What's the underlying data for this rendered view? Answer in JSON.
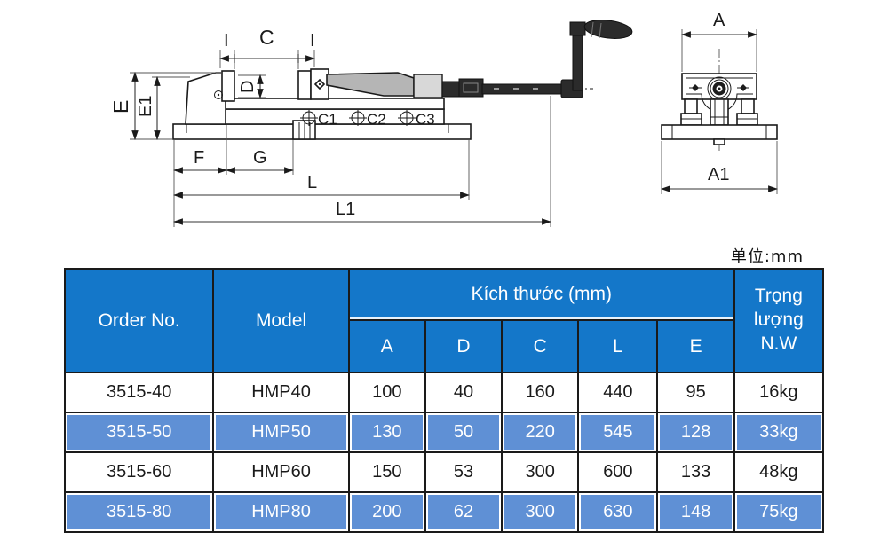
{
  "unit_note": "单位:mm",
  "diagram": {
    "labels": {
      "i_left": "I",
      "c": "C",
      "i_right": "I",
      "d": "D",
      "e": "E",
      "e1": "E1",
      "f": "F",
      "g": "G",
      "l": "L",
      "l1": "L1",
      "c1": "C1",
      "c2": "C2",
      "c3": "C3",
      "a": "A",
      "a1": "A1"
    }
  },
  "table": {
    "colors": {
      "header_bg": "#1477C9",
      "alt_row_bg": "#5F90D5",
      "border": "#1a1a1a",
      "header_text": "#ffffff"
    },
    "header": {
      "order_no": "Order No.",
      "model": "Model",
      "dims_group": "Kích thước (mm)",
      "dims": [
        "A",
        "D",
        "C",
        "L",
        "E"
      ],
      "weight_lines": [
        "Trọng",
        "lượng",
        "N.W"
      ]
    },
    "rows": [
      {
        "order_no": "3515-40",
        "model": "HMP40",
        "a": "100",
        "d": "40",
        "c": "160",
        "l": "440",
        "e": "95",
        "nw": "16kg"
      },
      {
        "order_no": "3515-50",
        "model": "HMP50",
        "a": "130",
        "d": "50",
        "c": "220",
        "l": "545",
        "e": "128",
        "nw": "33kg"
      },
      {
        "order_no": "3515-60",
        "model": "HMP60",
        "a": "150",
        "d": "53",
        "c": "300",
        "l": "600",
        "e": "133",
        "nw": "48kg"
      },
      {
        "order_no": "3515-80",
        "model": "HMP80",
        "a": "200",
        "d": "62",
        "c": "300",
        "l": "630",
        "e": "148",
        "nw": "75kg"
      }
    ]
  }
}
